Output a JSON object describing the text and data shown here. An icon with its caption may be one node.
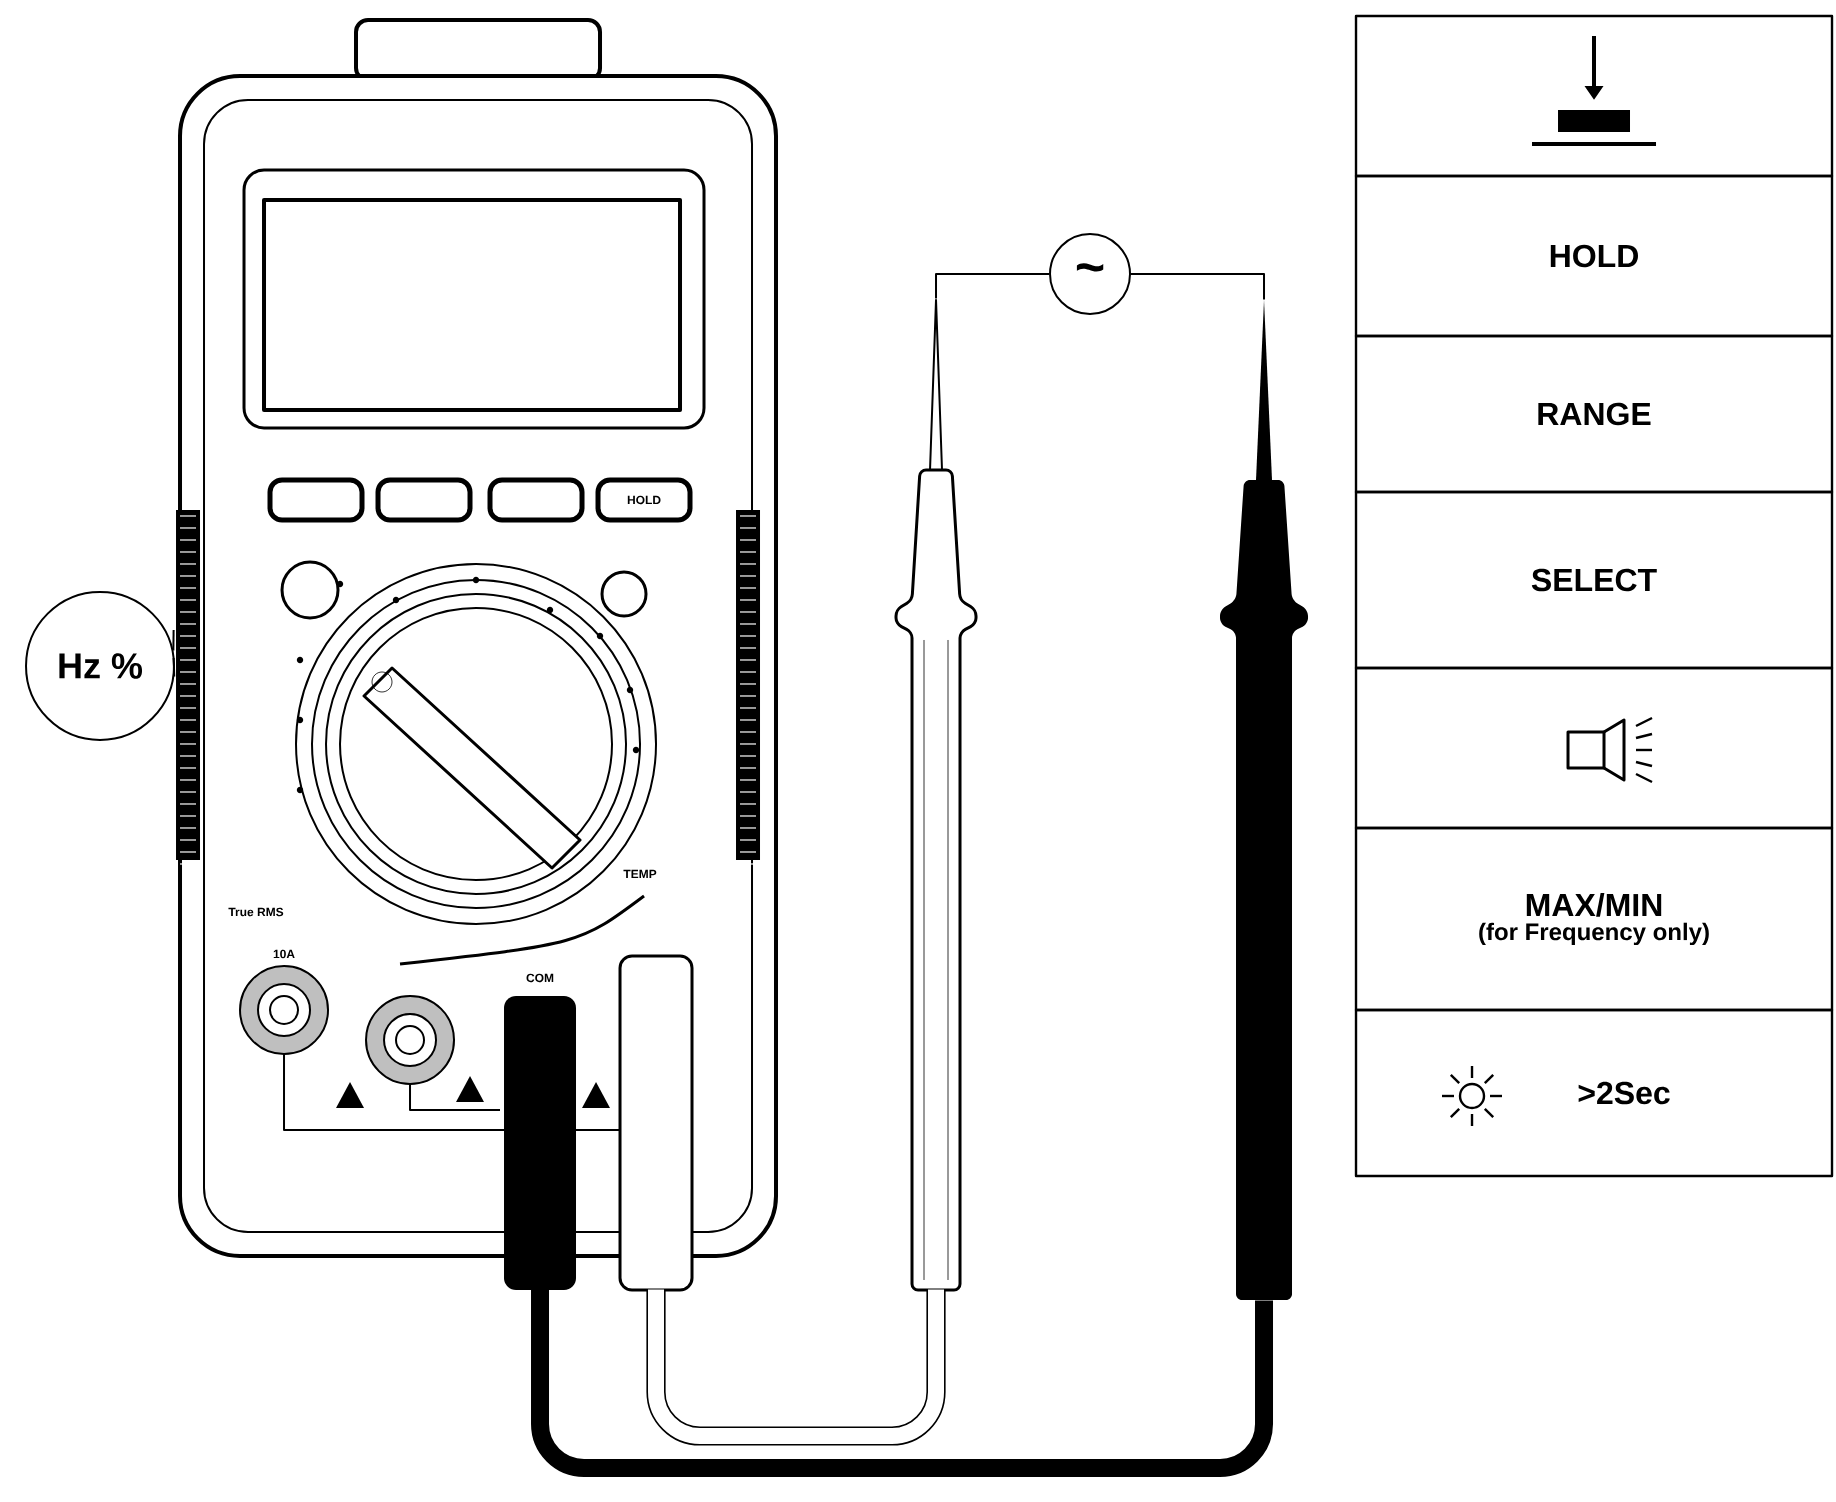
{
  "diagram": {
    "nodes": [
      {
        "text": [],
        "shape": "picture"
      },
      {
        "text": [
          "Hz %"
        ]
      },
      {
        "text": [],
        "shape": "picture"
      },
      {
        "text": [],
        "shape": "picture"
      },
      {
        "text": [
          "~"
        ]
      },
      {
        "text": [],
        "shape": "box"
      },
      {
        "text": [
          "HOLD"
        ]
      },
      {
        "text": [
          "RANGE"
        ]
      },
      {
        "text": [
          "SELECT"
        ]
      },
      {
        "text": [],
        "shape": "box"
      },
      {
        "text": [
          "MAX/MIN",
          "(for Frequency only)"
        ]
      },
      {
        "text": [
          ">2Sec"
        ]
      }
    ],
    "edges": [
      {
        "from": 1,
        "to": 0,
        "arrow": "none"
      },
      {
        "from": 1,
        "to": 0,
        "arrow": "none"
      },
      {
        "from": 4,
        "to": 2,
        "arrow": "none"
      },
      {
        "from": 4,
        "to": 3,
        "arrow": "none"
      },
      {
        "from": 2,
        "to": 0,
        "arrow": "none",
        "style": "thick"
      },
      {
        "from": 3,
        "to": 0,
        "arrow": "none",
        "style": "thick",
        "color": "#000000"
      }
    ],
    "labels": [
      "HOLD",
      "TEMP",
      "True RMS",
      "10A",
      "COM"
    ]
  }
}
